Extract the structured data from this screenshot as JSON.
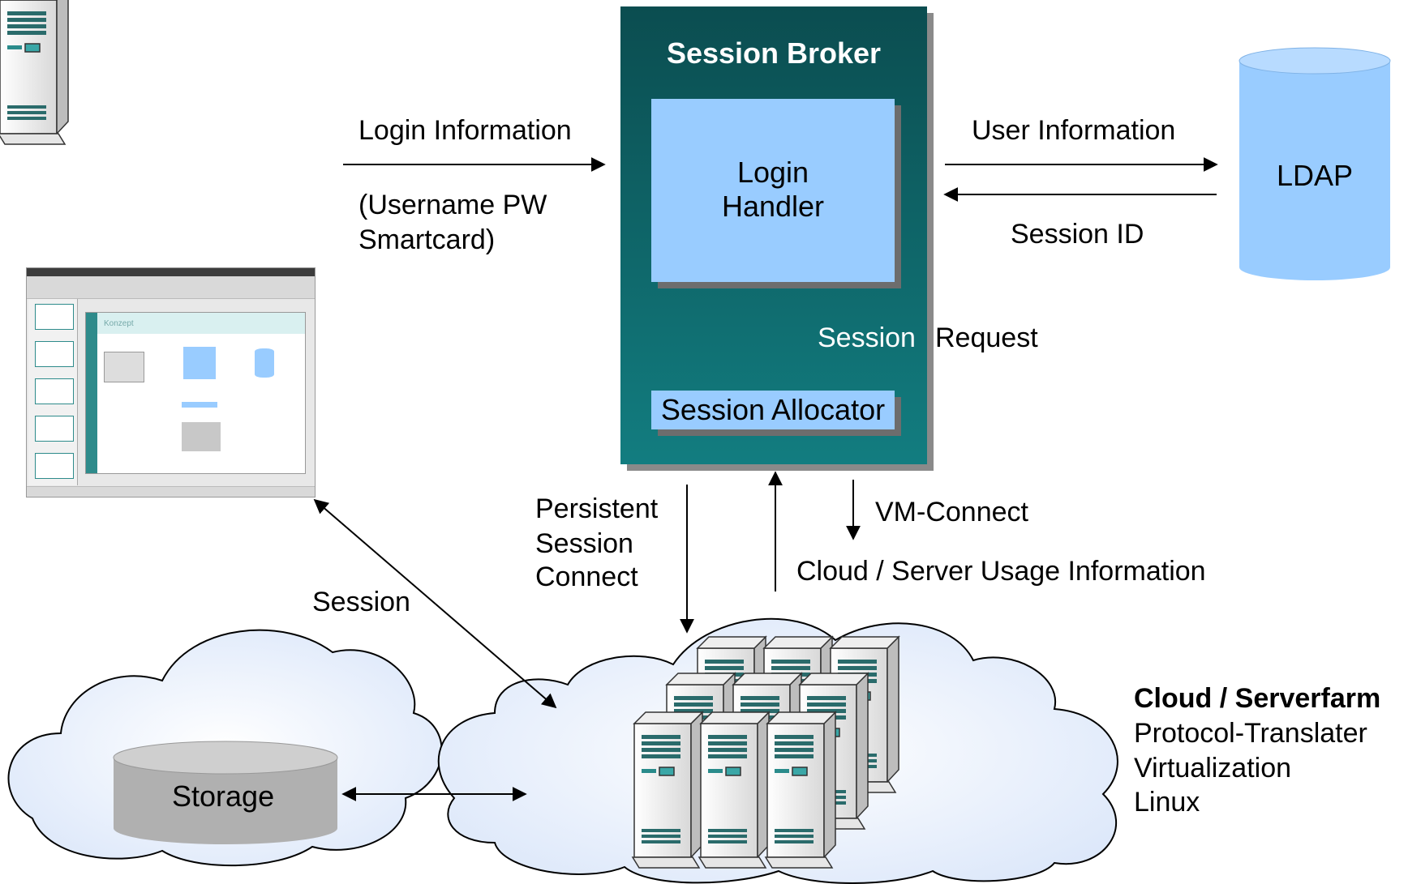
{
  "session_broker": {
    "title": "Session Broker",
    "login_handler_line1": "Login",
    "login_handler_line2": "Handler",
    "session_allocator": "Session Allocator"
  },
  "labels": {
    "login_information": "Login Information",
    "username_pw": "(Username PW",
    "smartcard": "Smartcard)",
    "user_information": "User Information",
    "session_id": "Session ID",
    "session_request_part1": "Session",
    "session_request_part2": "Request",
    "persistent_line1": "Persistent",
    "persistent_line2": "Session",
    "persistent_line3": "Connect",
    "vm_connect": "VM-Connect",
    "cloud_usage": "Cloud / Server Usage Information",
    "session": "Session"
  },
  "ldap": {
    "label": "LDAP"
  },
  "storage": {
    "label": "Storage"
  },
  "serverfarm": {
    "title": "Cloud / Serverfarm",
    "lines": [
      "Protocol-Translater",
      "Virtualization",
      "Linux"
    ]
  },
  "client_screenshot": {
    "slide_title": "Konzept"
  },
  "colors": {
    "broker_dark": "#0b4d50",
    "broker_light": "#127d80",
    "box_blue": "#99ccff",
    "ldap_blue": "#99ccff",
    "storage_gray": "#b0b0b0",
    "cloud_fill": "#e4eefc"
  }
}
